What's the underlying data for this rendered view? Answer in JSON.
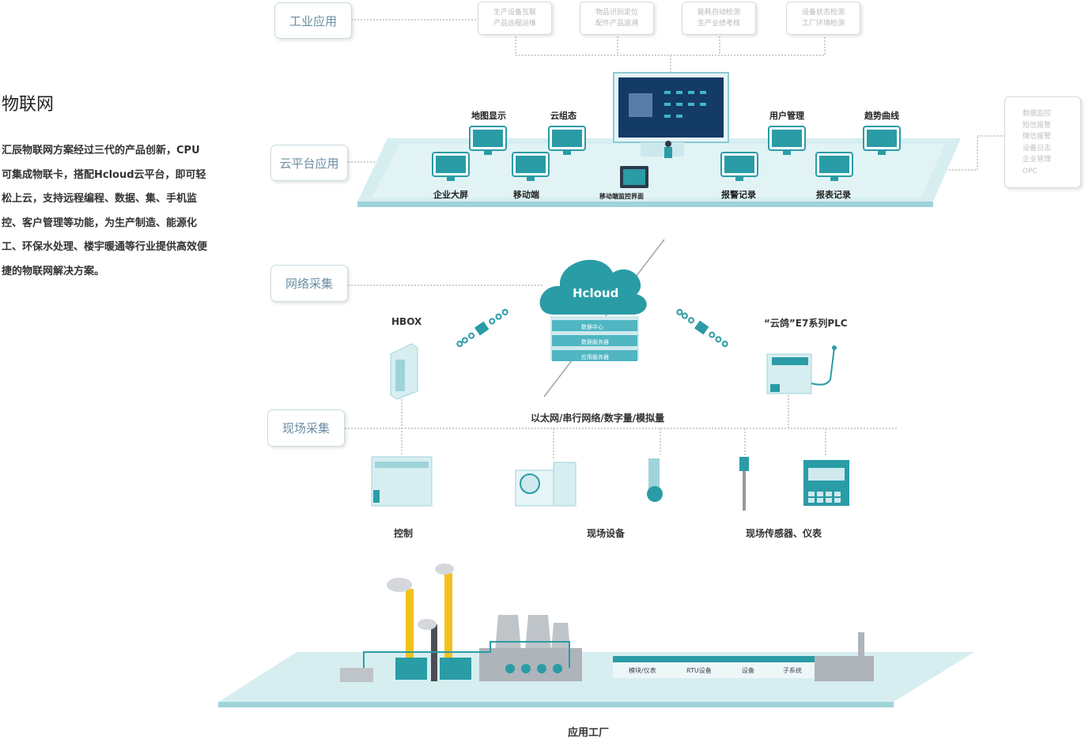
{
  "intro": {
    "title": "物联网",
    "description": "汇辰物联网方案经过三代的产品创新，CPU可集成物联卡，搭配Hcloud云平台，即可轻松上云，支持远程编程、数据、集、手机监控、客户管理等功能，为生产制造、能源化工、环保水处理、楼宇暖通等行业提供高效便捷的物联网解决方案。"
  },
  "layers": {
    "industrial": "工业应用",
    "cloud_platform": "云平台应用",
    "network": "网络采集",
    "field": "现场采集"
  },
  "industrial_cards": [
    {
      "line1": "生产设备互联",
      "line2": "产品远程运维"
    },
    {
      "line1": "物品识别定位",
      "line2": "配件产品追溯"
    },
    {
      "line1": "能耗自动检测",
      "line2": "生产业绩考核"
    },
    {
      "line1": "设备状态检测",
      "line2": "工厂环境检测"
    }
  ],
  "platform": {
    "map": "地图显示",
    "cloud_config": "云组态",
    "user_mgmt": "用户管理",
    "trend": "趋势曲线",
    "big_screen": "企业大屏",
    "mobile": "移动端",
    "mobile_monitor": "移动端监控界面",
    "alarm": "报警记录",
    "report": "报表记录"
  },
  "side_card": [
    "数据监控",
    "短信报警",
    "微信报警",
    "设备日志",
    "企业管理",
    "OPC"
  ],
  "network": {
    "cloud_name": "Hcloud",
    "cloud_rows": [
      "数据中心",
      "数据服务器",
      "应用服务器"
    ],
    "hbox": "HBOX",
    "plc": "“云鸽”E7系列PLC",
    "bus_label": "以太网/串行网络/数字量/模拟量"
  },
  "field": {
    "control": "控制",
    "equipment": "现场设备",
    "sensors": "现场传感器、仪表"
  },
  "factory": {
    "items": [
      "模块/仪表",
      "RTU设备",
      "设备",
      "子系统"
    ],
    "label": "应用工厂"
  },
  "colors": {
    "teal": "#2a9ca6",
    "dark_teal": "#1f7f88",
    "platform": "#cfeaee",
    "box_text": "#6a8ea3"
  }
}
